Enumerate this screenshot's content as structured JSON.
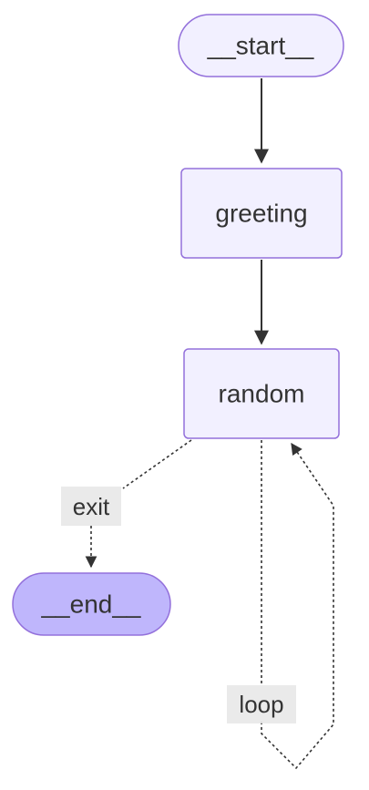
{
  "graph": {
    "colors": {
      "node_fill": "#f2f0ff",
      "node_stroke": "#9370db",
      "end_fill": "#bfb6fc",
      "edge": "#333333",
      "label_bg": "#e8e8e8"
    },
    "nodes": {
      "start": "__start__",
      "greeting": "greeting",
      "random": "random",
      "end": "__end__"
    },
    "edges": {
      "exit_label": "exit",
      "loop_label": "loop"
    }
  }
}
